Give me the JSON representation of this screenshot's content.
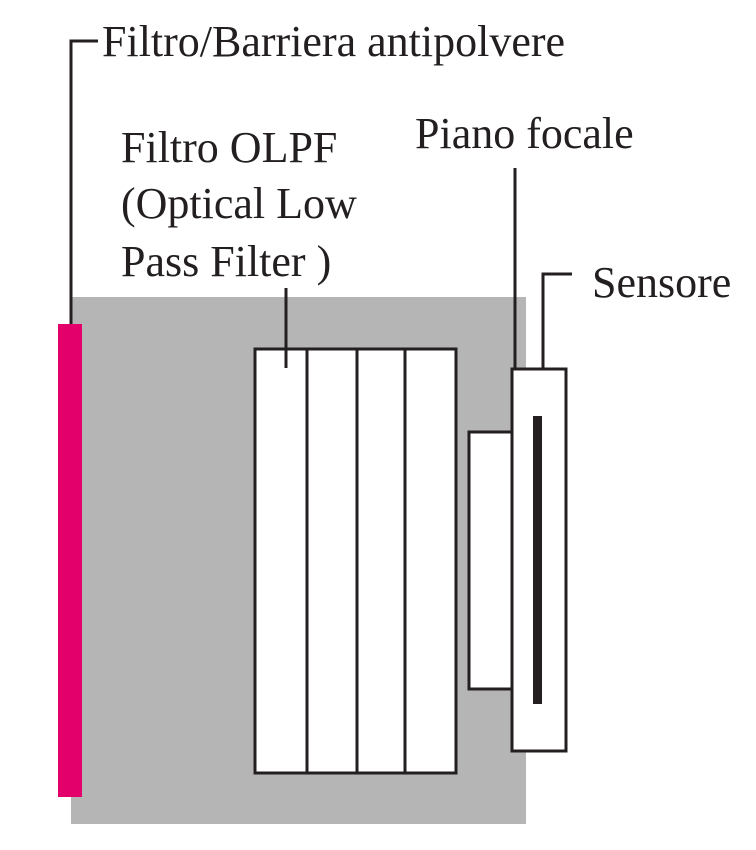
{
  "labels": {
    "dust_filter": "Filtro/Barriera antipolvere",
    "olpf_line1": "Filtro OLPF",
    "olpf_line2": "(Optical Low",
    "olpf_line3": "Pass Filter )",
    "focal_plane": "Piano focale",
    "sensor": "Sensore"
  },
  "colors": {
    "housing": "#b5b5b6",
    "dust_filter": "#e4006b",
    "ink": "#231f20",
    "white": "#ffffff"
  },
  "olpf_layer_count": 4
}
